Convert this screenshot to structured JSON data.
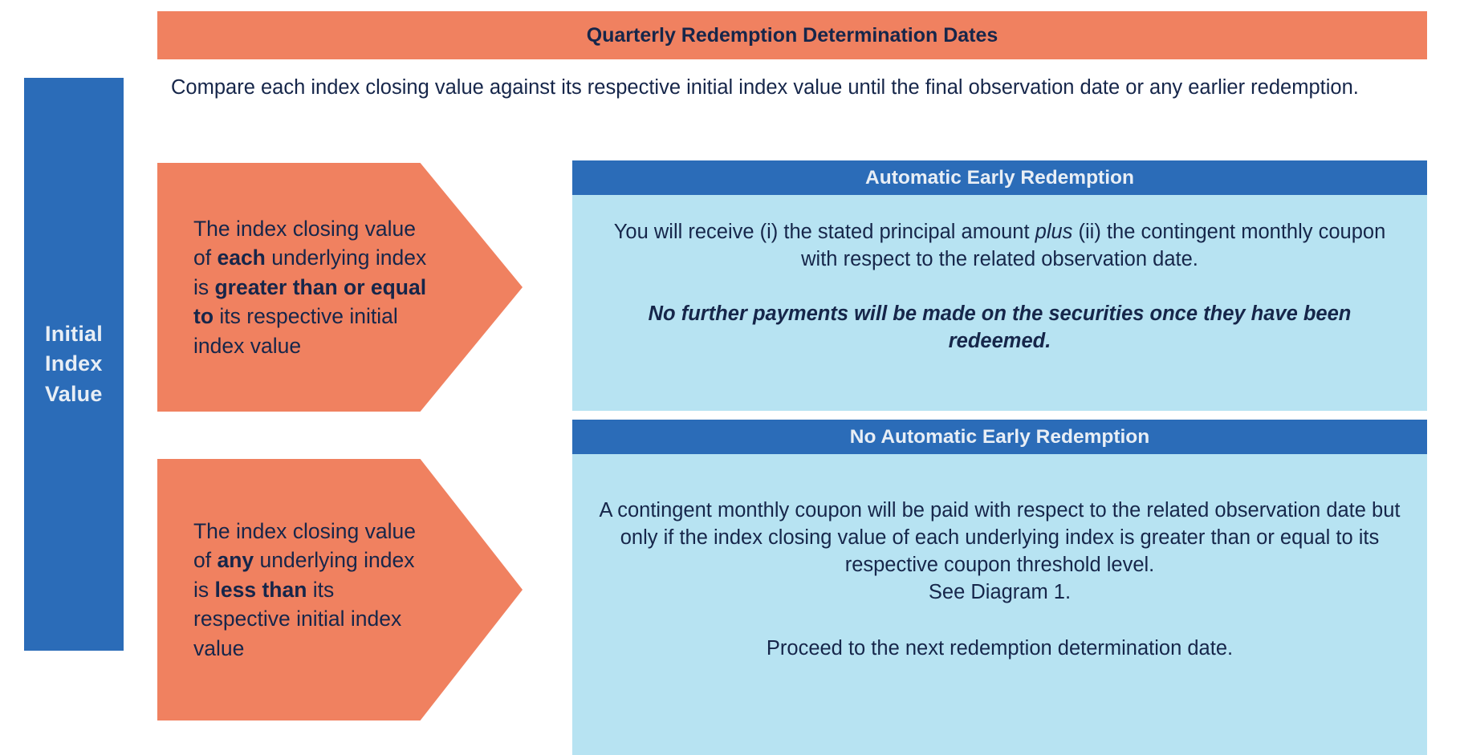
{
  "title_banner": {
    "text": "Quarterly Redemption Determination Dates",
    "background": "#f08160",
    "text_color": "#16264a"
  },
  "intro": {
    "text": "Compare each index closing value against its respective initial index value until the final observation date or any earlier redemption."
  },
  "initial_bar": {
    "label": "Initial\nIndex\nValue",
    "line1": "Initial",
    "line2": "Index",
    "line3": "Value",
    "background": "#2b6cb8",
    "text_color": "#e8eef5"
  },
  "arrows": [
    {
      "name": "condition-greater-or-equal",
      "background": "#f08160",
      "segments": [
        {
          "text": "The index closing value of ",
          "bold": false
        },
        {
          "text": "each",
          "bold": true
        },
        {
          "text": " underlying index is ",
          "bold": false
        },
        {
          "text": "greater than or equal to",
          "bold": true
        },
        {
          "text": " its respective initial index value",
          "bold": false
        }
      ]
    },
    {
      "name": "condition-less-than",
      "background": "#f08160",
      "segments": [
        {
          "text": "The index closing value of ",
          "bold": false
        },
        {
          "text": "any",
          "bold": true
        },
        {
          "text": " underlying index is ",
          "bold": false
        },
        {
          "text": "less than",
          "bold": true
        },
        {
          "text": " its respective initial index value",
          "bold": false
        }
      ]
    }
  ],
  "panels": [
    {
      "name": "automatic-early-redemption",
      "header": "Automatic Early Redemption",
      "header_background": "#2b6cb8",
      "body_background": "#b7e3f2",
      "paragraph_1_part_1": "You will receive (i) the stated principal amount ",
      "paragraph_1_emphasis": "plus",
      "paragraph_1_part_2": " (ii) the contingent monthly coupon with respect to the related observation date.",
      "paragraph_2": "No further payments will be made on the securities once they have been redeemed."
    },
    {
      "name": "no-automatic-early-redemption",
      "header": "No Automatic Early Redemption",
      "header_background": "#2b6cb8",
      "body_background": "#b7e3f2",
      "paragraph_1": "A contingent monthly coupon will be paid with respect to the related observation date but only if the index closing value of each underlying index is greater than or equal to its respective coupon threshold level.",
      "paragraph_2": "See Diagram 1.",
      "paragraph_3": "Proceed to the next redemption determination date."
    }
  ]
}
